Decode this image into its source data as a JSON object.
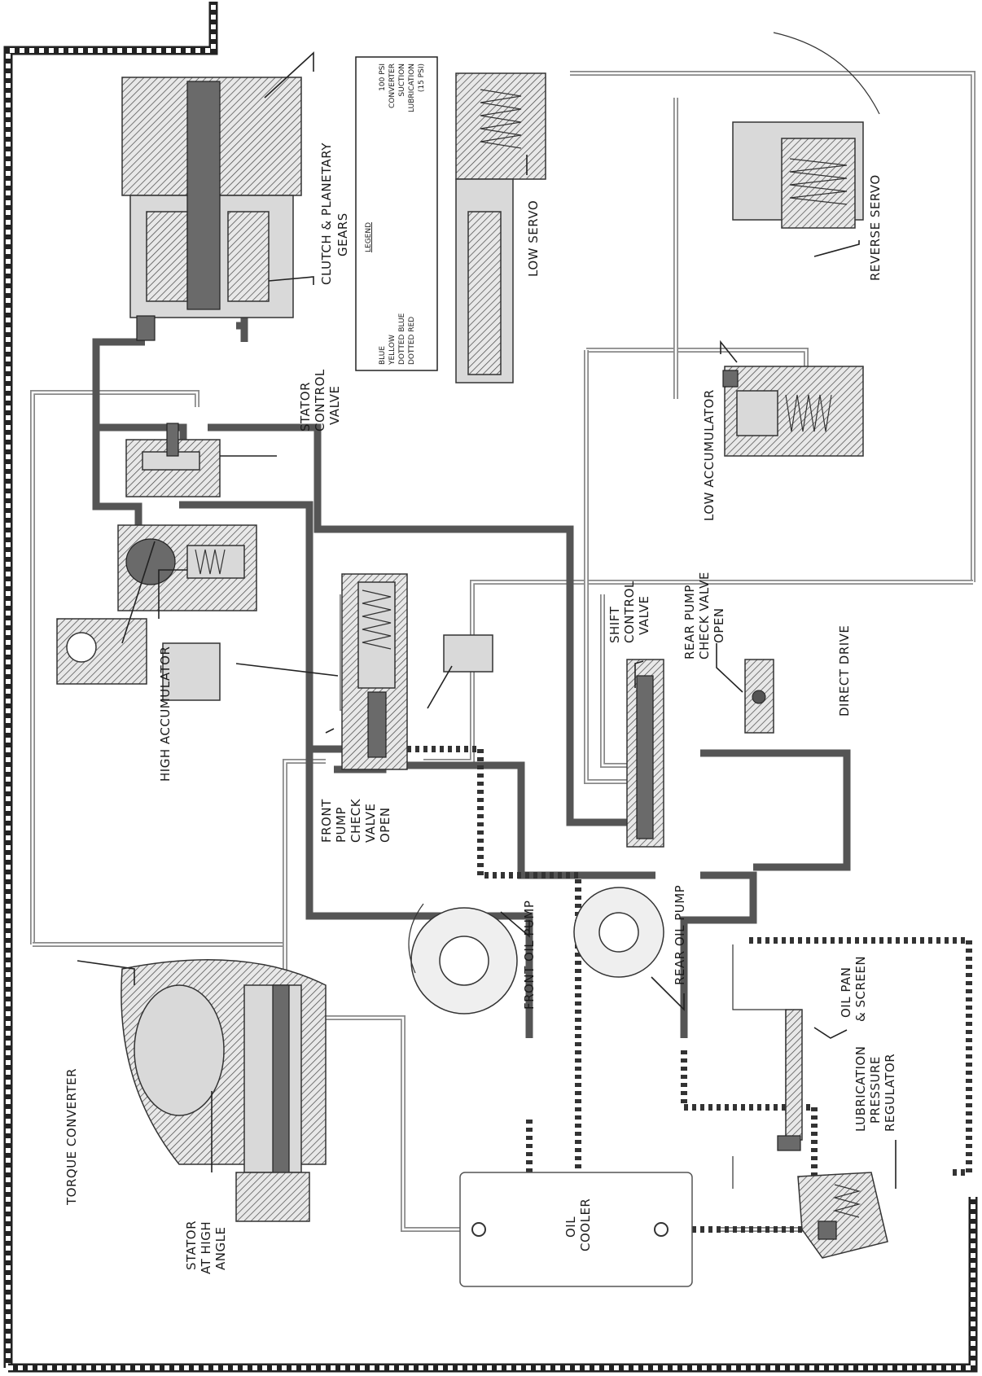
{
  "legend": {
    "title": "LEGEND",
    "rows": [
      {
        "key": "BLUE",
        "value": "100 PSI"
      },
      {
        "key": "YELLOW",
        "value": "CONVERTER"
      },
      {
        "key": "DOTTED BLUE",
        "value": "SUCTION"
      },
      {
        "key": "DOTTED RED",
        "value": "LUBRICATION"
      },
      {
        "key": "",
        "value": "(15 PSI)"
      }
    ]
  },
  "labels": {
    "clutch_line1": "CLUTCH & PLANETARY",
    "clutch_line2": "GEARS",
    "low_servo": "LOW SERVO",
    "reverse_servo": "REVERSE SERVO",
    "stator_ctrl_1": "STATOR",
    "stator_ctrl_2": "CONTROL",
    "stator_ctrl_3": "VALVE",
    "low_accumulator": "LOW ACCUMULATOR",
    "high_accumulator": "HIGH ACCUMULATOR",
    "shift_1": "SHIFT",
    "shift_2": "CONTROL",
    "shift_3": "VALVE",
    "rear_check_1": "REAR PUMP",
    "rear_check_2": "CHECK VALVE",
    "rear_check_3": "OPEN",
    "direct_drive": "DIRECT DRIVE",
    "front_check_1": "FRONT",
    "front_check_2": "PUMP",
    "front_check_3": "CHECK",
    "front_check_4": "VALVE",
    "front_check_5": "OPEN",
    "front_oil_pump": "FRONT OIL PUMP",
    "rear_oil_pump": "REAR OIL PUMP",
    "oil_pan_1": "OIL PAN",
    "oil_pan_2": "& SCREEN",
    "torque_converter": "TORQUE CONVERTER",
    "stator_angle_1": "STATOR",
    "stator_angle_2": "AT HIGH",
    "stator_angle_3": "ANGLE",
    "oil_cooler_1": "OIL",
    "oil_cooler_2": "COOLER",
    "lube_reg_1": "LUBRICATION",
    "lube_reg_2": "PRESSURE",
    "lube_reg_3": "REGULATOR"
  }
}
